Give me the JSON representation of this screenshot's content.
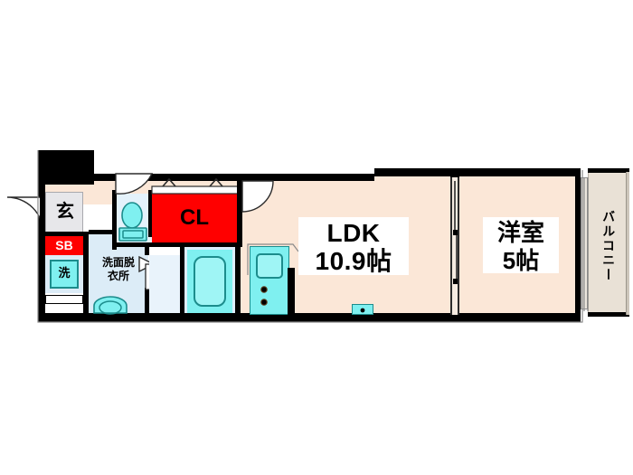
{
  "plan": {
    "type": "japanese-floor-plan",
    "layout_code": "1LDK",
    "rooms": [
      {
        "id": "ldk",
        "label_line1": "LDK",
        "label_line2": "10.9帖",
        "size_jo": 10.9
      },
      {
        "id": "washitsu",
        "label_line1": "洋室",
        "label_line2": "5帖",
        "size_jo": 5
      },
      {
        "id": "balcony",
        "label": "バルコニー"
      },
      {
        "id": "genkan",
        "label": "玄"
      },
      {
        "id": "shoebox",
        "label": "SB"
      },
      {
        "id": "closet",
        "label": "CL"
      },
      {
        "id": "washroom",
        "label_line1": "洗面脱",
        "label_line2": "衣所"
      },
      {
        "id": "washer",
        "label": "洗"
      }
    ]
  },
  "labels": {
    "ldk_name": "LDK",
    "ldk_size": "10.9帖",
    "room_name": "洋室",
    "room_size": "5帖",
    "balcony": "バルコニー",
    "genkan": "玄",
    "shoebox": "SB",
    "closet": "CL",
    "washroom_line1": "洗面脱",
    "washroom_line2": "衣所",
    "washer": "洗"
  },
  "colors": {
    "floor": "#fbe7d7",
    "balcony": "#e9e1d6",
    "genkan": "#e7e7ea",
    "wet_area": "#dcecf7",
    "fixture_cyan": "#7ff0f0",
    "accent_red": "#ff0000",
    "wall": "#000000",
    "page_background": "#ffffff"
  },
  "fixtures": [
    {
      "id": "entrance-door",
      "name": "entrance-door"
    },
    {
      "id": "toilet",
      "name": "toilet"
    },
    {
      "id": "bathtub",
      "name": "bathtub"
    },
    {
      "id": "washbasin",
      "name": "washbasin"
    },
    {
      "id": "kitchen-sink",
      "name": "kitchen-sink"
    },
    {
      "id": "stove",
      "name": "stove-two-burner"
    },
    {
      "id": "washer-pan",
      "name": "washing-machine-pan"
    }
  ]
}
